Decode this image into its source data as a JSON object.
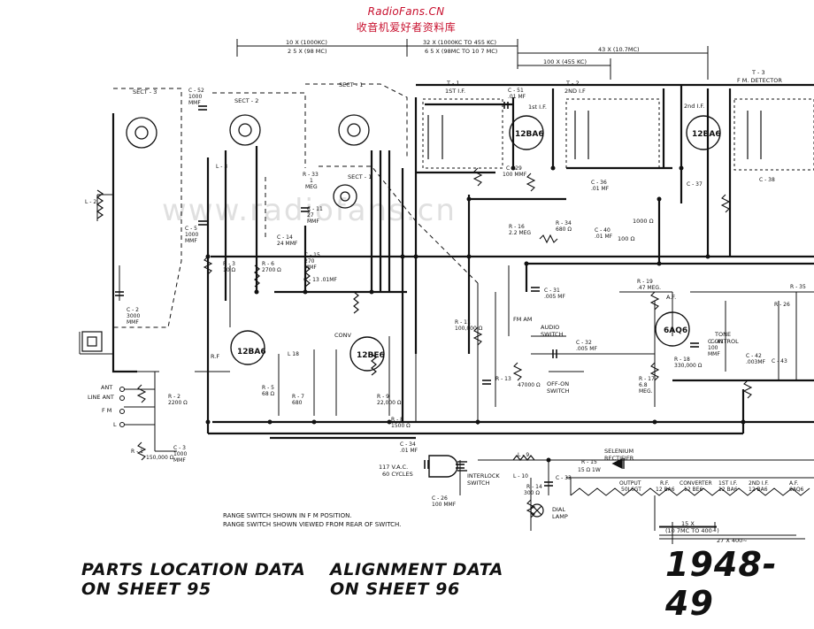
{
  "header": {
    "site_name": "RadioFans.CN",
    "site_subtitle": "收音机爱好者资料库"
  },
  "watermark": "www.radiofans.cn",
  "dimensions": {
    "d1": "10 X (1000KC)",
    "d2": "2 5 X (98 MC)",
    "d3": "32 X (1000KC TO 455 KC)",
    "d4": "6 5 X (98MC TO 10 7 MC)",
    "d5": "43 X (10.7MC)",
    "d6": "100 X (455 KC)",
    "d7": "15 X",
    "d8": "(10 7MC TO 400~)",
    "d9": "27 X 400~"
  },
  "sections": {
    "sect3": "SECT - 3",
    "sect2": "SECT - 2",
    "sect1": "SECT - 1",
    "sect1b": "SECT - 1"
  },
  "transformers": {
    "t1": "T - 1",
    "t1_sub": "1ST I.F.",
    "t2": "T - 2",
    "t2_sub": "2ND I.F",
    "t3": "T - 3",
    "t3_sub": "F M. DETECTOR",
    "if1": "1st I.F.",
    "if2": "2nd I.F."
  },
  "tubes": {
    "rf": "12BA6",
    "conv": "12BE6",
    "if1": "12BA6",
    "if2": "12BA6",
    "af": "6AQ6",
    "rf_label": "R.F",
    "conv_label": "CONV"
  },
  "components": {
    "c52": "C - 52",
    "c52v": "1000",
    "c52u": "MMF",
    "c51": "C - 51",
    "c51v": ".01 MF",
    "c5": "C - 5",
    "c5v": "1000",
    "c5u": "MMF",
    "c2": "C - 2",
    "c2v": "3000",
    "c2u": "MMF",
    "c11": "C - 11",
    "c11v": "27",
    "c11u": "MMF",
    "c14": "C - 14",
    "c14v": "24 MMF",
    "c15": "C - 15",
    "c15v": "270",
    "c15u": "MMF",
    "c13": "C - 13  .01MF",
    "c3": "C - 3",
    "c3v": "1000",
    "c3u": "MMF",
    "c34": "C - 34",
    "c34v": ".01 MF",
    "c31": "C - 31",
    "c31v": ".005 MF",
    "c32": "C - 32",
    "c32v": ".005 MF",
    "c29": "C - 29",
    "c29v": "100 MMF",
    "c36": "C - 36",
    "c36v": ".01 MF",
    "c40": "C - 40",
    "c40v": ".01 MF",
    "c41": "C - 41",
    "c41v": "100",
    "c41u": "MMF",
    "c42": "C - 42",
    "c42v": ".003MF",
    "c43": "C - 43",
    "c26": "C - 26",
    "c26v": "100 MMF",
    "c33": "C - 33",
    "c37": "C - 37",
    "c38": "C - 38",
    "r33": "R - 33",
    "r33v": "1",
    "r33u": "MEG",
    "r3": "R - 3",
    "r3v": "10 Ω",
    "r6": "R - 6",
    "r6v": "2700 Ω",
    "r16": "R - 16",
    "r16v": "2.2 MEG",
    "r34": "R - 34",
    "r34v": "680 Ω",
    "r19": "R - 19",
    "r19v": ".47 MEG.",
    "r11": "R - 11",
    "r11v": "100,000 Ω",
    "r13": "R - 13",
    "r13v": "47000 Ω",
    "r17": "R - 17",
    "r17v": "6.8",
    "r17u": "MEG.",
    "r18": "R - 18",
    "r18v": "330,000 Ω",
    "r2": "R - 2",
    "r2v": "2200 Ω",
    "r1": "R - 1",
    "r1v": "150,000 Ω",
    "r8": "R - 8",
    "r8v": "1500 Ω",
    "r14": "R - 14",
    "r14v": "300 Ω",
    "r15": "R - 15",
    "r15v": "15 Ω 1W",
    "r35": "R - 35",
    "r26": "R - 26",
    "r5": "R - 5",
    "r5v": "68 Ω",
    "r7": "R - 7",
    "r7v": "680",
    "r9": "R - 9",
    "r9v": "22,000 Ω",
    "l9": "L - 9",
    "l10": "L - 10",
    "l18": "L 18",
    "l3": "L - 3",
    "l2": "L - 2"
  },
  "labels": {
    "ant": "ANT",
    "line_ant": "LINE ANT",
    "fm": "F M",
    "l": "L",
    "fm_am": "FM      AM",
    "audio_switch": "AUDIO",
    "audio_switch2": "SWITCH",
    "off_on": "OFF-ON",
    "off_on2": "SWITCH",
    "interlock": "INTERLOCK",
    "interlock2": "SWITCH",
    "vac1": "117 V.A.C.",
    "vac2": "60 CYCLES",
    "selenium": "SELENIUM",
    "rectifier": "RECTIFIER",
    "dial": "DIAL",
    "lamp": "LAMP",
    "tone": "TONE",
    "control": "CONTROL",
    "af": "A.F.",
    "ohm_note": "100 Ω",
    "r_note": "1000 Ω"
  },
  "heater_chain": [
    {
      "top": "OUTPUT",
      "bottom": "50L6GT"
    },
    {
      "top": "R.F.",
      "bottom": "12 BA6"
    },
    {
      "top": "CONVERTER",
      "bottom": "12 BE6"
    },
    {
      "top": "1ST I.F.",
      "bottom": "12 BA6"
    },
    {
      "top": "2ND I.F.",
      "bottom": "12 BA6"
    },
    {
      "top": "A.F.",
      "bottom": "6AQ6"
    }
  ],
  "range_notes": {
    "line1": "RANGE SWITCH SHOWN IN F M POSITION.",
    "line2": "RANGE SWITCH SHOWN VIEWED FROM REAR OF SWITCH."
  },
  "footer": {
    "parts_line1": "PARTS LOCATION  DATA",
    "parts_line2": "ON SHEET  95",
    "align_line1": "ALIGNMENT DATA",
    "align_line2": "ON SHEET  96",
    "year": "1948-49"
  }
}
